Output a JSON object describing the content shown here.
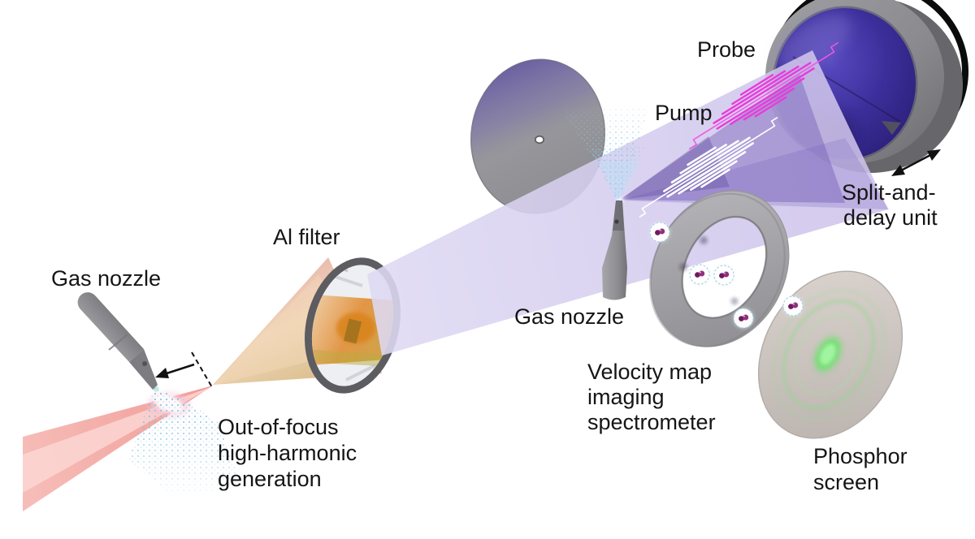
{
  "figure": {
    "type": "scientific-apparatus-diagram",
    "description": "Pump-probe XUV experimental setup with out-of-focus high-harmonic generation, Al filter, split-and-delay unit, velocity map imaging spectrometer and phosphor screen"
  },
  "labels": {
    "gas_nozzle_left": "Gas nozzle",
    "al_filter": "Al filter",
    "out_of_focus_1": "Out-of-focus",
    "out_of_focus_2": "high-harmonic",
    "out_of_focus_3": "generation",
    "gas_nozzle_center": "Gas nozzle",
    "pump": "Pump",
    "probe": "Probe",
    "split_delay_1": "Split-and-",
    "split_delay_2": "delay unit",
    "vmi_1": "Velocity map",
    "vmi_2": "imaging",
    "vmi_3": "spectrometer",
    "phosphor_1": "Phosphor",
    "phosphor_2": "screen"
  },
  "colors": {
    "ir_beam_pink": "#f2a19c",
    "harmonic_beam_tan": "#ddbb8a",
    "xuv_beam_pale": "#d9d2ef",
    "xuv_beam_focused": "#6f59b5",
    "pump_pulse": "#ffffff",
    "probe_pulse": "#e93bdc",
    "mirror_face_blue": "#3a2b8e",
    "metal_gray": "#909094",
    "al_filter_amber": "#e09040",
    "gas_jet_blue": "#7fc2e6",
    "phosphor_green": "#72e071",
    "molecule_core_magenta": "#932f7f",
    "label_text": "#151515"
  }
}
